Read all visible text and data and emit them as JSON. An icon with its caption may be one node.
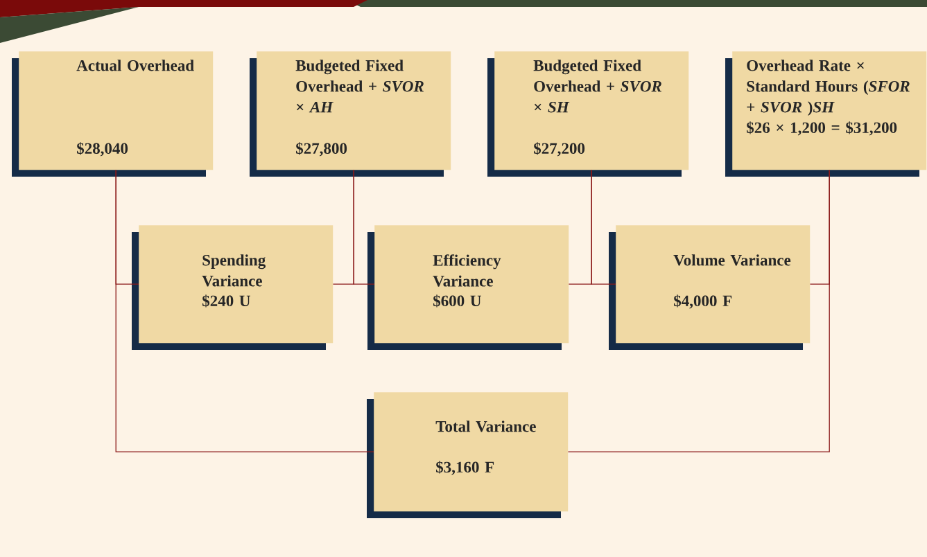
{
  "diagram": {
    "nodes": [
      {
        "text": [
          "Actual Overhead",
          "$28,040"
        ]
      },
      {
        "text": [
          "Budgeted Fixed Overhead + *SVOR* × *AH*",
          "$27,800"
        ]
      },
      {
        "text": [
          "Budgeted Fixed Overhead + *SVOR* × *SH*",
          "$27,200"
        ]
      },
      {
        "text": [
          "Overhead Rate × Standard Hours (*SFOR* + *SVOR* )*SH*",
          "$26 × 1,200 = $31,200"
        ]
      },
      {
        "text": [
          "Spending Variance",
          "$240 U"
        ]
      },
      {
        "text": [
          "Efficiency Variance",
          "$600 U"
        ]
      },
      {
        "text": [
          "Volume Variance",
          "$4,000 F"
        ]
      },
      {
        "text": [
          "Total Variance",
          "$3,160 F"
        ]
      }
    ],
    "edges": [
      {
        "from": 0,
        "to": 4,
        "arrow": "none"
      },
      {
        "from": 0,
        "to": 7,
        "arrow": "none"
      },
      {
        "from": 1,
        "to": 4,
        "arrow": "none"
      },
      {
        "from": 1,
        "to": 5,
        "arrow": "none"
      },
      {
        "from": 2,
        "to": 5,
        "arrow": "none"
      },
      {
        "from": 2,
        "to": 6,
        "arrow": "none"
      },
      {
        "from": 3,
        "to": 6,
        "arrow": "none"
      },
      {
        "from": 3,
        "to": 7,
        "arrow": "none"
      }
    ]
  }
}
